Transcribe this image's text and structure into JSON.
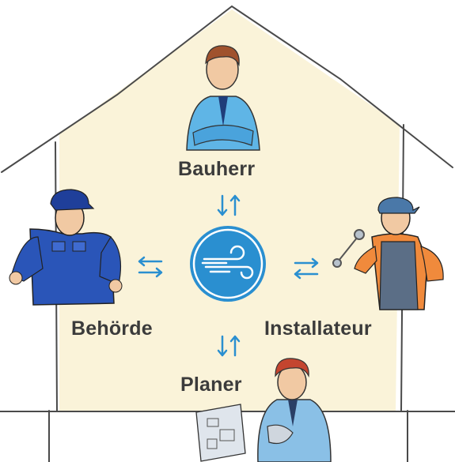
{
  "diagram": {
    "center_icon": "wind-ventilation-icon",
    "roles": {
      "top": "Bauherr",
      "left": "Behörde",
      "right": "Installateur",
      "bottom": "Planer"
    },
    "colors": {
      "house_fill": "#faf3d9",
      "house_outline": "#4a4a4a",
      "accent_blue": "#2a8fd0",
      "label_text": "#3b3b3b"
    }
  }
}
